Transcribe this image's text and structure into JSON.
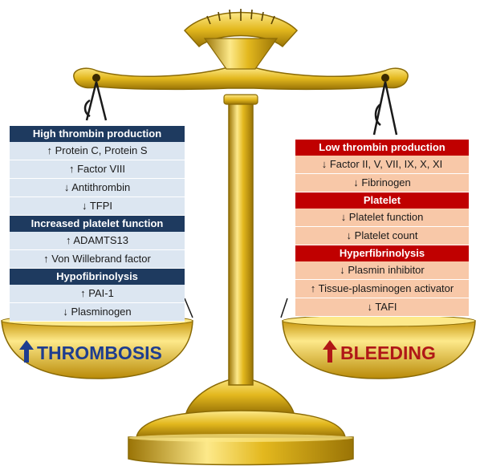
{
  "colors": {
    "gold": "#e3b81e",
    "gold_dark": "#9a7406",
    "gold_light": "#fde98a",
    "navy": "#1e3a5f",
    "light_blue": "#dce6f1",
    "red": "#c00000",
    "peach": "#f8c8a8",
    "thrombosis_text": "#1e3d8f",
    "bleeding_text": "#b01717"
  },
  "left": {
    "outcome": "THROMBOSIS",
    "outcome_icon": "arrow-up-icon",
    "sections": [
      {
        "header": "High thrombin production",
        "items": [
          "↑ Protein C, Protein S",
          "↑ Factor VIII",
          "↓ Antithrombin",
          "↓ TFPI"
        ]
      },
      {
        "header": "Increased platelet function",
        "items": [
          "↑ ADAMTS13",
          "↑ Von Willebrand factor"
        ]
      },
      {
        "header": "Hypofibrinolysis",
        "items": [
          "↑ PAI-1",
          "↓ Plasminogen"
        ]
      }
    ]
  },
  "right": {
    "outcome": "BLEEDING",
    "outcome_icon": "arrow-up-icon",
    "sections": [
      {
        "header": "Low thrombin production",
        "items": [
          "↓ Factor II, V, VII, IX, X, XI",
          "↓ Fibrinogen"
        ]
      },
      {
        "header": "Platelet",
        "items": [
          "↓ Platelet function",
          "↓ Platelet count"
        ]
      },
      {
        "header": "Hyperfibrinolysis",
        "items": [
          "↓ Plasmin inhibitor",
          "↑ Tissue-plasminogen activator",
          "↓ TAFI"
        ]
      }
    ]
  }
}
